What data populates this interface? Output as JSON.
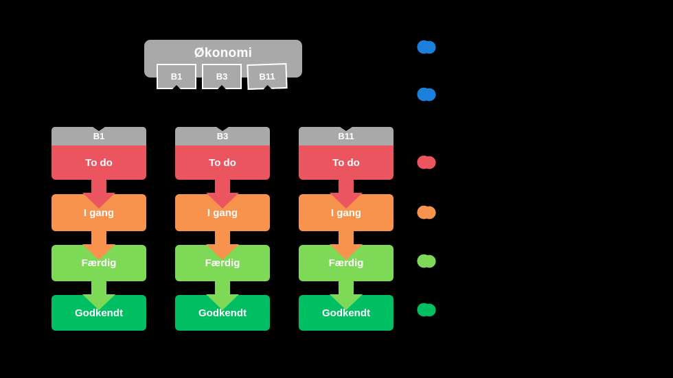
{
  "colors": {
    "gray": "#a9a9a9",
    "red": "#ea5560",
    "orange": "#f8934e",
    "lime": "#7ed957",
    "green": "#00bf63",
    "blue": "#1a80dc",
    "text": "#ffffff",
    "background": "#000000"
  },
  "parent_board": {
    "title": "Økonomi",
    "tabs": [
      "B1",
      "B3",
      "B11"
    ]
  },
  "boards": [
    {
      "title": "B1",
      "stages": [
        "To do",
        "I gang",
        "Færdig",
        "Godkendt"
      ]
    },
    {
      "title": "B3",
      "stages": [
        "To do",
        "I gang",
        "Færdig",
        "Godkendt"
      ]
    },
    {
      "title": "B11",
      "stages": [
        "To do",
        "I gang",
        "Færdig",
        "Godkendt"
      ]
    }
  ],
  "legend": {
    "dot_colors": [
      "blue",
      "blue",
      "red",
      "orange",
      "lime",
      "green"
    ]
  }
}
